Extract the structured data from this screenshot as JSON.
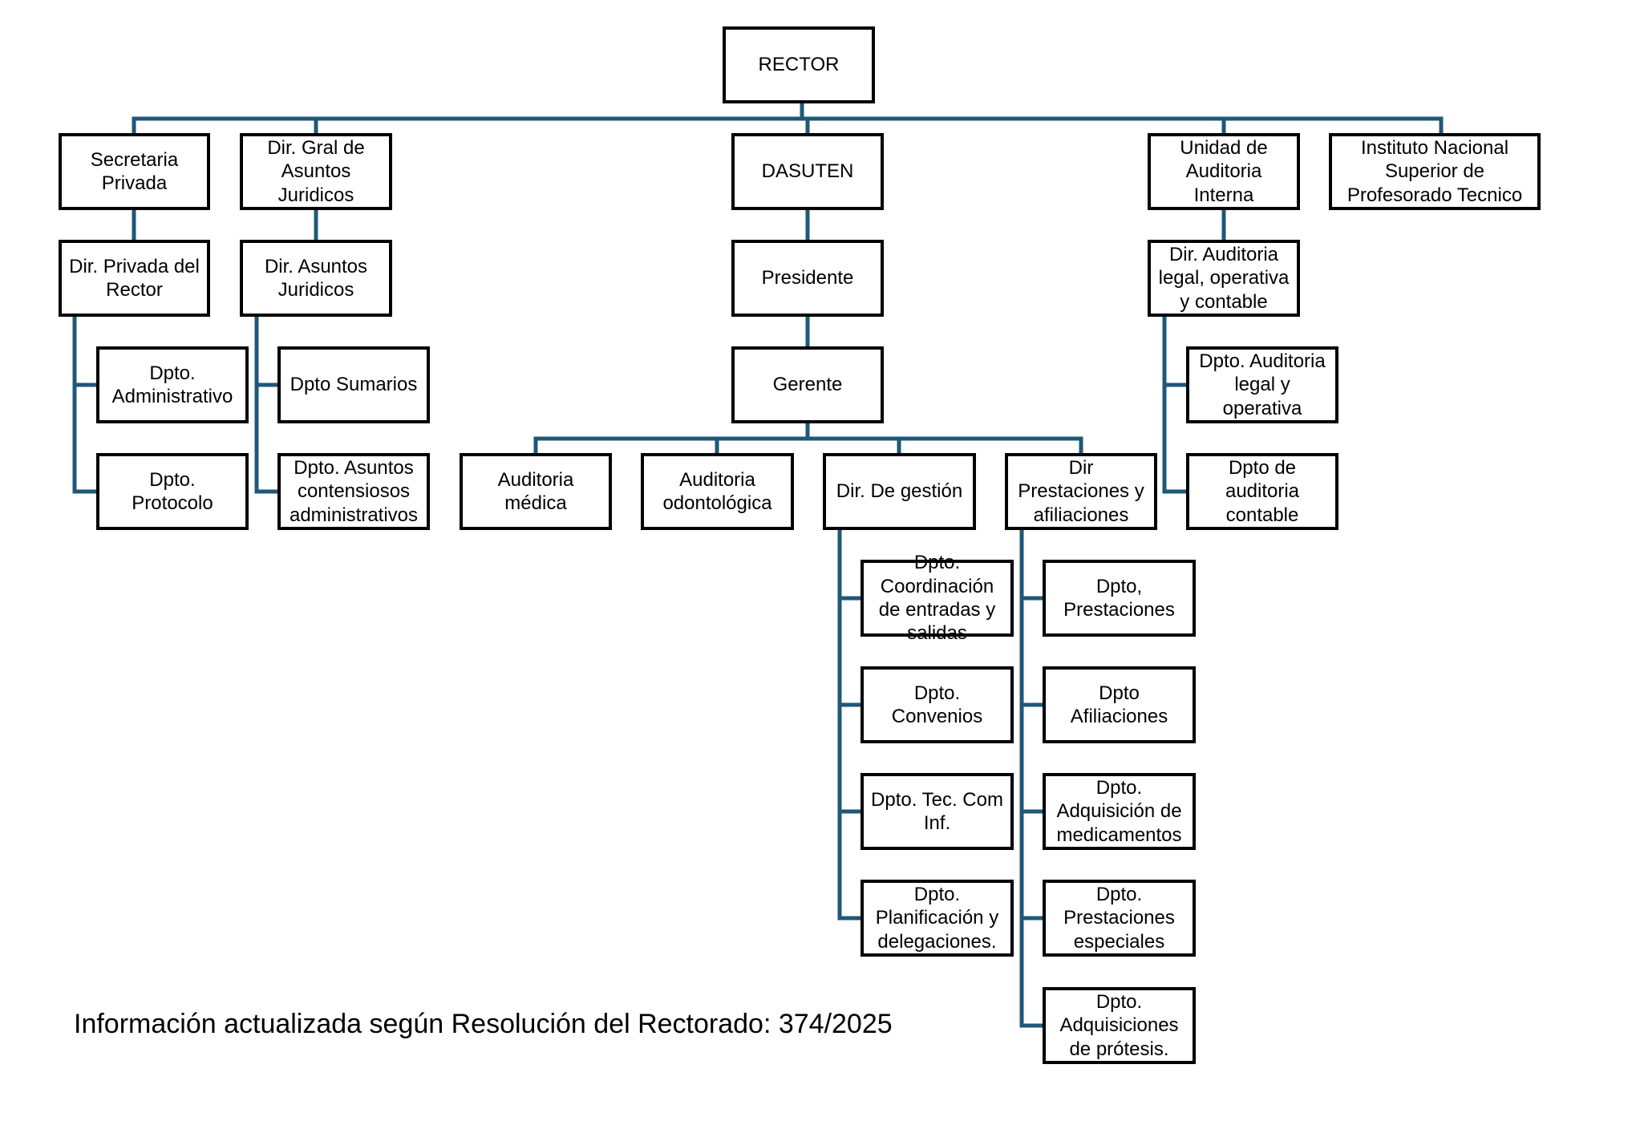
{
  "diagram": {
    "line_color": "#1f5878",
    "box_border_color": "#000000",
    "nodes": {
      "rector": "RECTOR",
      "secretaria_privada": "Secretaria\nPrivada",
      "dir_gral_asuntos_juridicos": "Dir. Gral de\nAsuntos\nJuridicos",
      "dasuten": "DASUTEN",
      "unidad_auditoria_interna": "Unidad de\nAuditoria\nInterna",
      "instituto_nacional": "Instituto Nacional\nSuperior de\nProfesorado Tecnico",
      "dir_privada_rector": "Dir. Privada del\nRector",
      "dir_asuntos_juridicos": "Dir. Asuntos\nJuridicos",
      "presidente": "Presidente",
      "dir_auditoria_legal": "Dir. Auditoria\nlegal, operativa\ny contable",
      "dpto_administrativo": "Dpto.\nAdministrativo",
      "dpto_protocolo": "Dpto.\nProtocolo",
      "dpto_sumarios": "Dpto Sumarios",
      "dpto_asuntos_contensiosos": "Dpto. Asuntos\ncontensiosos\nadministrativos",
      "gerente": "Gerente",
      "dpto_auditoria_legal_operativa": "Dpto. Auditoria\nlegal y\noperativa",
      "dpto_auditoria_contable": "Dpto de\nauditoria\ncontable",
      "auditoria_medica": "Auditoria\nmédica",
      "auditoria_odontologica": "Auditoria\nodontológica",
      "dir_de_gestion": "Dir. De gestión",
      "dir_prestaciones_afiliaciones": "Dir\nPrestaciones y\nafiliaciones",
      "dpto_coordinacion": "Dpto.\nCoordinación\nde entradas y\nsalidas",
      "dpto_convenios": "Dpto.\nConvenios",
      "dpto_tec_com_inf": "Dpto. Tec. Com\nInf.",
      "dpto_planificacion": "Dpto.\nPlanificación y\ndelegaciones.",
      "dpto_prestaciones": "Dpto,\nPrestaciones",
      "dpto_afiliaciones": "Dpto\nAfiliaciones",
      "dpto_adquisicion_medicamentos": "Dpto.\nAdquisición de\nmedicamentos",
      "dpto_prestaciones_especiales": "Dpto.\nPrestaciones\nespeciales",
      "dpto_adquisiciones_protesis": "Dpto.\nAdquisiciones\nde prótesis."
    },
    "footer_note": "Información actualizada según Resolución del Rectorado: 374/2025"
  }
}
